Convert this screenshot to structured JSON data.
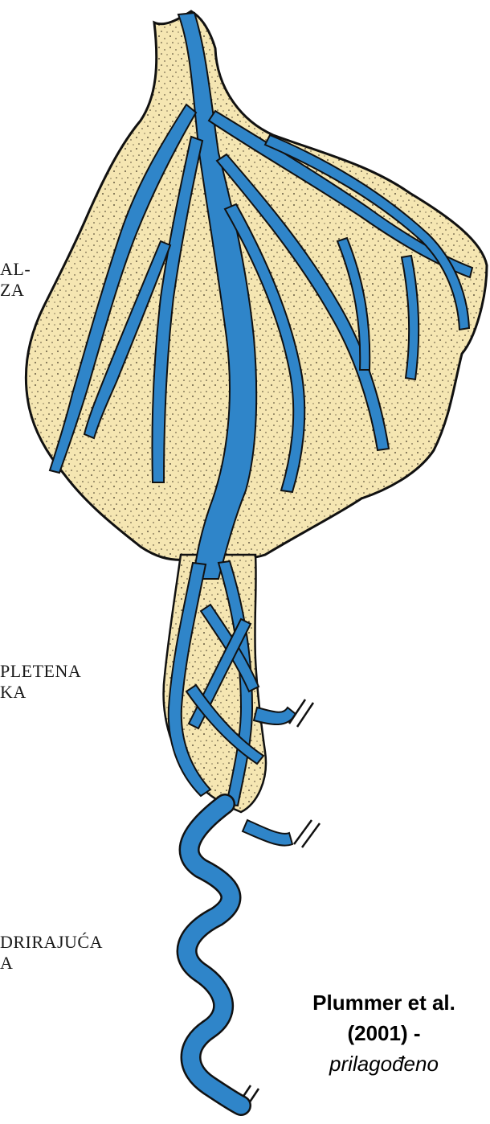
{
  "colors": {
    "sand": "#f5e6b2",
    "water": "#2f85c9",
    "outline": "#111111",
    "speckle": "#3a3020"
  },
  "labels": {
    "top": [
      "AL-",
      "ZA"
    ],
    "middle": [
      "PLETENA",
      "KA"
    ],
    "bottom": [
      "DRIRAJUĆA",
      "A"
    ]
  },
  "citation": {
    "line1": "Plummer et al.",
    "line2": "(2001) -",
    "line3": "prilagođeno"
  }
}
